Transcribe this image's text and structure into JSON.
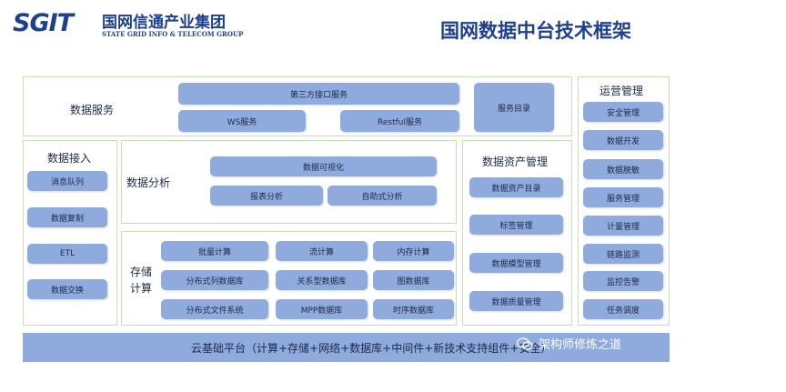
{
  "header": {
    "logo_mark": "SGIT",
    "company_cn": "国网信通产业集团",
    "company_en": "STATE GRID INFO & TELECOM GROUP",
    "title": "国网数据中台技术框架"
  },
  "colors": {
    "box": "#8faadc",
    "panel_border": "#c9dfb8",
    "bottom_bar": "#8faadc",
    "logo": "#1f3f8f"
  },
  "data_service": {
    "label": "数据服务",
    "third_party": "第三方接口服务",
    "ws": "WS服务",
    "restful": "Restful服务",
    "catalog": "服务目录"
  },
  "data_access": {
    "label": "数据接入",
    "items": [
      "消息队列",
      "数据复制",
      "ETL",
      "数据交换"
    ]
  },
  "data_analysis": {
    "label": "数据分析",
    "visualization": "数据可视化",
    "report": "报表分析",
    "self_service": "自助式分析"
  },
  "storage_compute": {
    "label_line1": "存储",
    "label_line2": "计算",
    "items": [
      "批量计算",
      "流计算",
      "内存计算",
      "分布式列数据库",
      "关系型数据库",
      "图数据库",
      "分布式文件系统",
      "MPP数据库",
      "时序数据库"
    ]
  },
  "asset_mgmt": {
    "label": "数据资产管理",
    "items": [
      "数据资产目录",
      "标签管理",
      "数据模型管理",
      "数据质量管理"
    ]
  },
  "ops_mgmt": {
    "label": "运营管理",
    "items": [
      "安全管理",
      "数据开发",
      "数据脱敏",
      "服务管理",
      "计量管理",
      "链路监测",
      "监控告警",
      "任务调度"
    ]
  },
  "cloud_platform": "云基础平台（计算+存储+网络+数据库+中间件+新技术支持组件+安全）",
  "watermark": "架构师修炼之道"
}
